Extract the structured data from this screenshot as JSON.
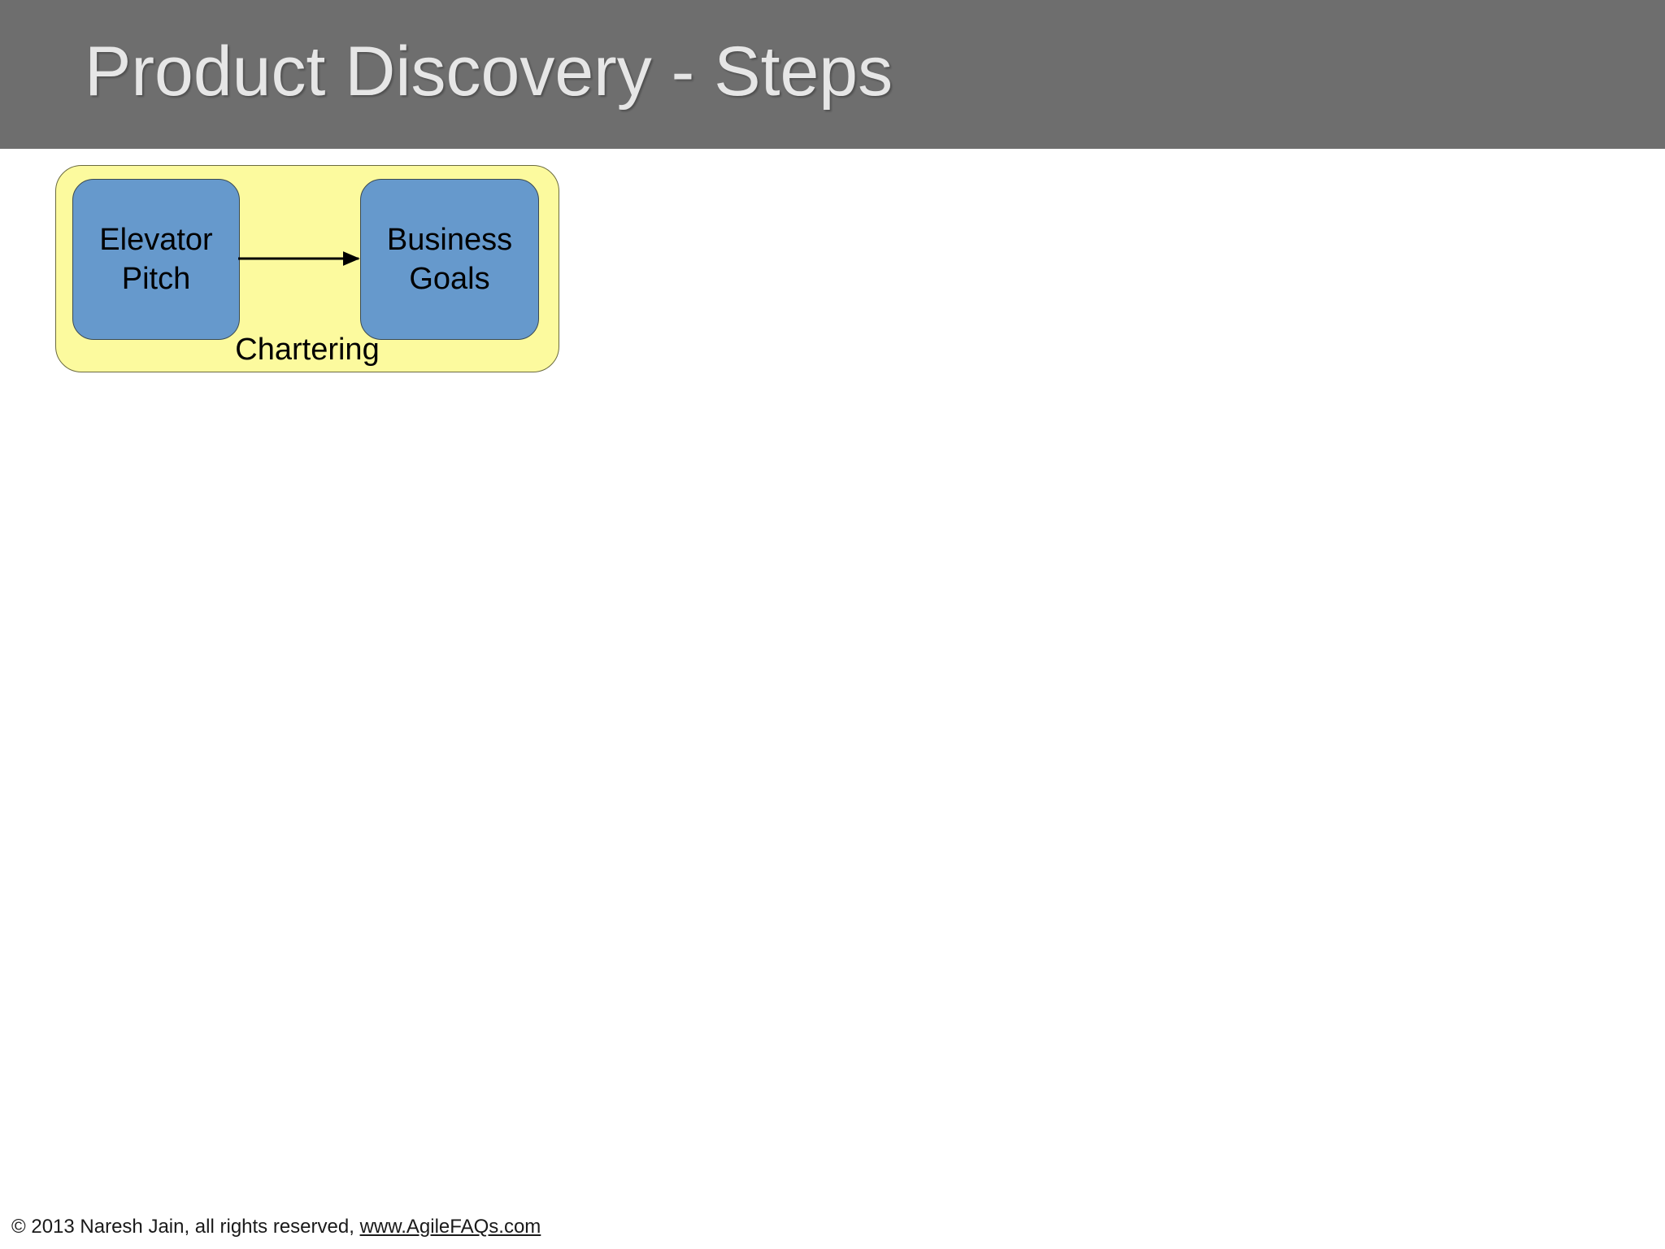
{
  "slide": {
    "title": "Product Discovery - Steps",
    "header_bg": "#6e6e6e",
    "title_color": "#e6e6e6",
    "body_bg": "#ffffff"
  },
  "diagram": {
    "type": "flow",
    "groups": [
      {
        "name": "chartering",
        "label": "Chartering",
        "fill": "#fcfa9e",
        "stroke": "#6b6b3f"
      }
    ],
    "nodes": [
      {
        "id": "elevator-pitch",
        "label_line1": "Elevator",
        "label_line2": "Pitch",
        "fill": "#6699cc",
        "stroke": "#3b4a52"
      },
      {
        "id": "business-goals",
        "label_line1": "Business",
        "label_line2": "Goals",
        "fill": "#6699cc",
        "stroke": "#3b4a52"
      }
    ],
    "edges": [
      {
        "from": "elevator-pitch",
        "to": "business-goals",
        "style": "arrow",
        "color": "#000000"
      }
    ]
  },
  "footer": {
    "text": "© 2013 Naresh Jain, all rights reserved, ",
    "link_text": "www.AgileFAQs.com"
  }
}
